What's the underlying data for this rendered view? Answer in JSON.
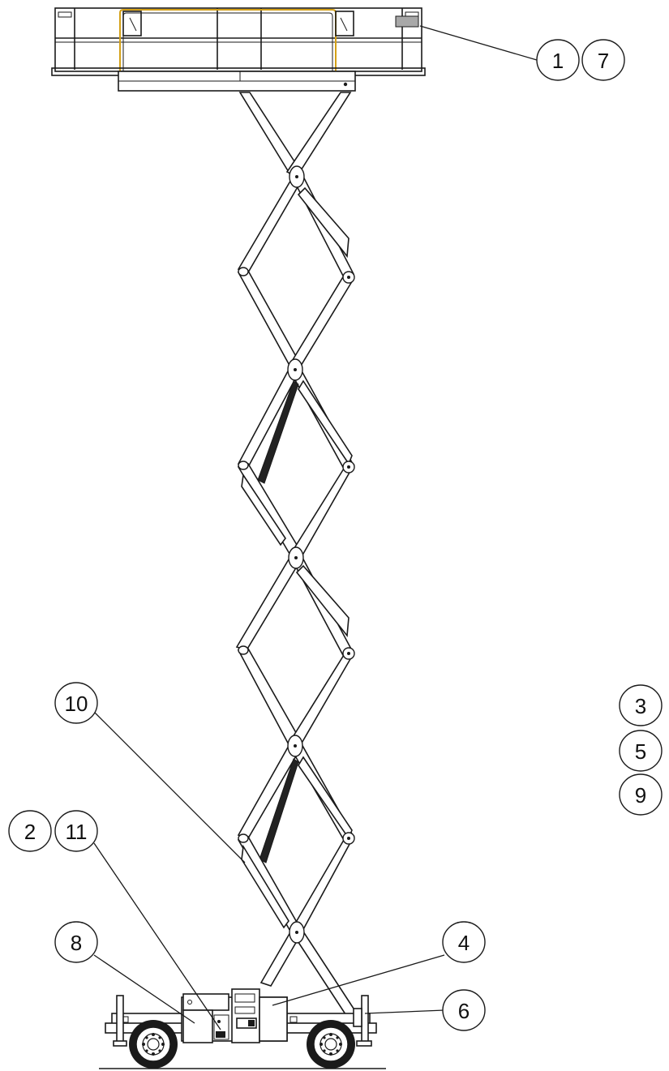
{
  "callouts": {
    "c1": "1",
    "c7": "7",
    "c10": "10",
    "c2": "2",
    "c11": "11",
    "c8": "8",
    "c4": "4",
    "c6": "6",
    "c3": "3",
    "c5": "5",
    "c9": "9"
  },
  "colors": {
    "line": "#1a1a1a",
    "guardrail_accent": "#d4a017",
    "decal_fill": "#a8a8a8",
    "strut_fill": "#222222"
  }
}
